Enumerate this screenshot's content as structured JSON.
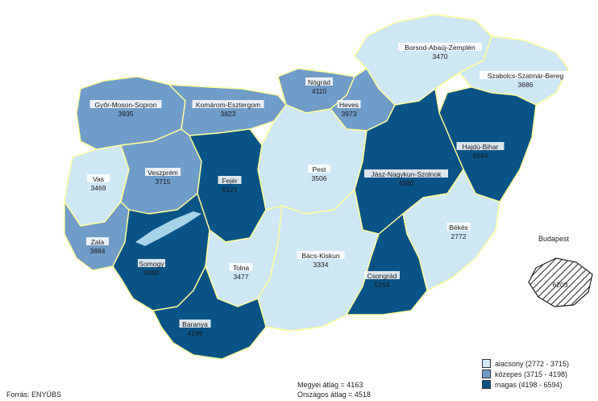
{
  "source": "Forrás: ENYÜBS",
  "stats": {
    "county_avg_label": "Megyei átlag",
    "county_avg_value": "= 4163",
    "national_avg_label": "Országos átlag",
    "national_avg_value": "= 4518"
  },
  "legend": [
    {
      "label": "alacsony (2772 - 3715)",
      "color": "#cfe8f6"
    },
    {
      "label": "közepes (3715 - 4198)",
      "color": "#6f9cc9"
    },
    {
      "label": "magas (4198 - 6594)",
      "color": "#0a5386"
    }
  ],
  "budapest": {
    "title": "Budapest",
    "value": "6203"
  },
  "counties": [
    {
      "key": "borsod",
      "name": "Borsod-Abaúj-Zemplén",
      "value": "3470",
      "level": "low"
    },
    {
      "key": "szabolcs",
      "name": "Szabolcs-Szatmár-Bereg",
      "value": "3686",
      "level": "low"
    },
    {
      "key": "nograd",
      "name": "Nógrád",
      "value": "4110",
      "level": "mid"
    },
    {
      "key": "heves",
      "name": "Heves",
      "value": "3973",
      "level": "mid"
    },
    {
      "key": "gyor",
      "name": "Győr-Moson-Sopron",
      "value": "3935",
      "level": "mid"
    },
    {
      "key": "komarom",
      "name": "Komárom-Esztergom",
      "value": "3823",
      "level": "mid"
    },
    {
      "key": "hajdu",
      "name": "Hajdú-Bihar",
      "value": "6594",
      "level": "high"
    },
    {
      "key": "vas",
      "name": "Vas",
      "value": "3469",
      "level": "low"
    },
    {
      "key": "veszprem",
      "name": "Veszprém",
      "value": "3715",
      "level": "mid"
    },
    {
      "key": "fejer",
      "name": "Fejér",
      "value": "5121",
      "level": "high"
    },
    {
      "key": "pest",
      "name": "Pest",
      "value": "3506",
      "level": "low"
    },
    {
      "key": "jasz",
      "name": "Jász-Nagykun-Szolnok",
      "value": "4580",
      "level": "high"
    },
    {
      "key": "zala",
      "name": "Zala",
      "value": "3884",
      "level": "mid"
    },
    {
      "key": "somogy",
      "name": "Somogy",
      "value": "5990",
      "level": "high"
    },
    {
      "key": "tolna",
      "name": "Tolna",
      "value": "3477",
      "level": "low"
    },
    {
      "key": "bacs",
      "name": "Bács-Kiskun",
      "value": "3334",
      "level": "low"
    },
    {
      "key": "bekes",
      "name": "Békés",
      "value": "2772",
      "level": "low"
    },
    {
      "key": "csongrad",
      "name": "Csongrád",
      "value": "5254",
      "level": "high"
    },
    {
      "key": "baranya",
      "name": "Baranya",
      "value": "4199",
      "level": "high"
    }
  ]
}
